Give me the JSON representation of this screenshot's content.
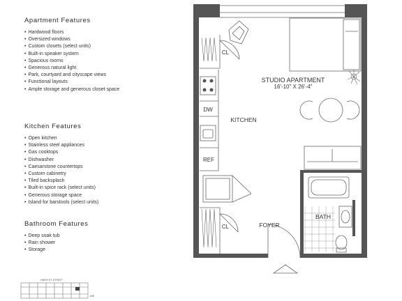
{
  "apartment_features": {
    "title": "Apartment Features",
    "items": [
      "Hardwood floors",
      "Oversized windows",
      "Custom closets (select units)",
      "Built-in speaker system",
      "Spacious rooms",
      "Generous natural light",
      "Park, courtyard and cityscape views",
      "Functional layouts",
      "Ample storage and generous closet space"
    ]
  },
  "kitchen_features": {
    "title": "Kitchen Features",
    "items": [
      "Open kitchen",
      "Stainless steel appliances",
      "Gas cooktops",
      "Dishwasher",
      "Caesarstone countertops",
      "Custom cabinetry",
      "Tiled backsplash",
      "Built-in spice rack (select units)",
      "Generous storage space",
      "Island for barstools (select units)"
    ]
  },
  "bathroom_features": {
    "title": "Bathroom Features",
    "items": [
      "Deep soak tub",
      "Rain shower",
      "Storage"
    ]
  },
  "floorplan": {
    "unit_name": "STUDIO APARTMENT",
    "dimensions": "16'-10\" X 26'-4\"",
    "rooms": {
      "kitchen": "KITCHEN",
      "foyer": "FOYER",
      "bath": "BATH",
      "closet_top": "CL",
      "closet_bottom": "CL",
      "dishwasher": "DW",
      "refrigerator": "REF"
    }
  },
  "keyplan": {
    "street": "NINTH ST. STREET",
    "side_label": "AVE"
  },
  "colors": {
    "wall": "#555555",
    "line": "#666666",
    "text": "#333333"
  }
}
